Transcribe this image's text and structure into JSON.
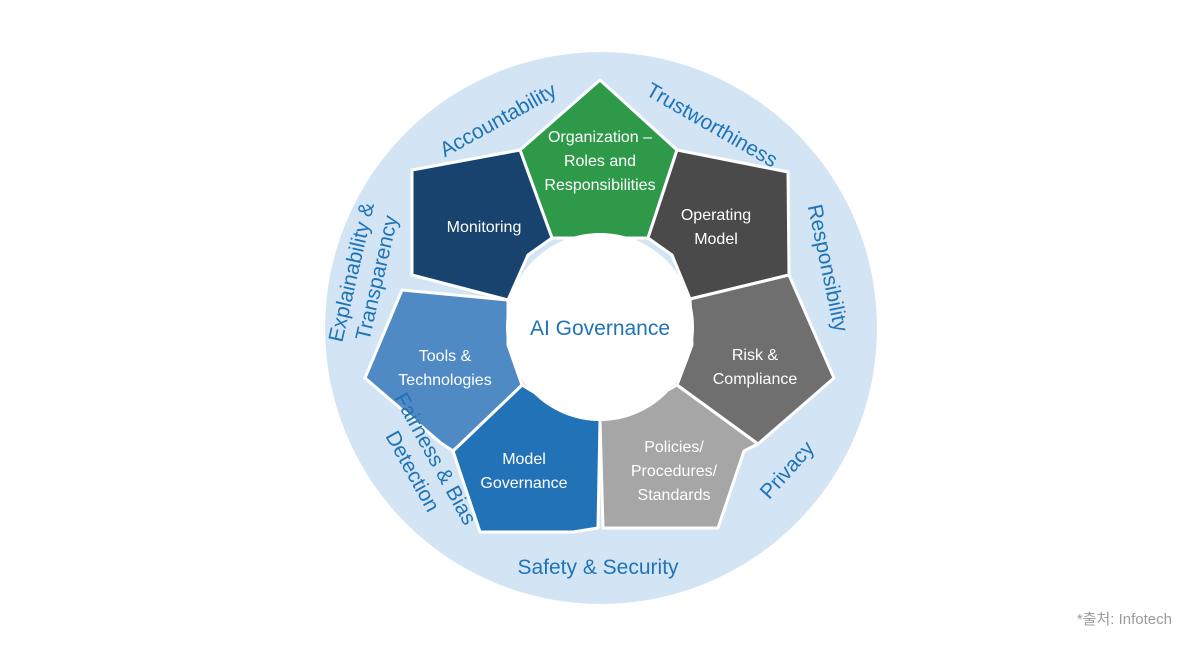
{
  "center": {
    "title": "AI Governance"
  },
  "segments": [
    {
      "lines": [
        "Organization –",
        "Roles and",
        "Responsibilities"
      ],
      "color": "#2e9a49"
    },
    {
      "lines": [
        "Operating",
        "Model"
      ],
      "color": "#4a4a4a"
    },
    {
      "lines": [
        "Risk &",
        "Compliance"
      ],
      "color": "#6f6f6f"
    },
    {
      "lines": [
        "Policies/",
        "Procedures/",
        "Standards"
      ],
      "color": "#a6a6a6"
    },
    {
      "lines": [
        "Model",
        "Governance"
      ],
      "color": "#2272b8"
    },
    {
      "lines": [
        "Tools &",
        "Technologies"
      ],
      "color": "#4f8ac5"
    },
    {
      "lines": [
        "Monitoring"
      ],
      "color": "#17436e"
    }
  ],
  "ring_labels": [
    {
      "lines": [
        "Accountability"
      ]
    },
    {
      "lines": [
        "Trustworthiness"
      ]
    },
    {
      "lines": [
        "Responsibility"
      ]
    },
    {
      "lines": [
        "Privacy"
      ]
    },
    {
      "lines": [
        "Safety & Security"
      ]
    },
    {
      "lines": [
        "Fairness & Bias",
        "Detection"
      ]
    },
    {
      "lines": [
        "Explainability &",
        "Transparency"
      ]
    }
  ],
  "colors": {
    "ring": "#d3e5f4",
    "text_accent": "#1f73b7",
    "center_fill": "#ffffff"
  },
  "source": "*출처: Infotech"
}
